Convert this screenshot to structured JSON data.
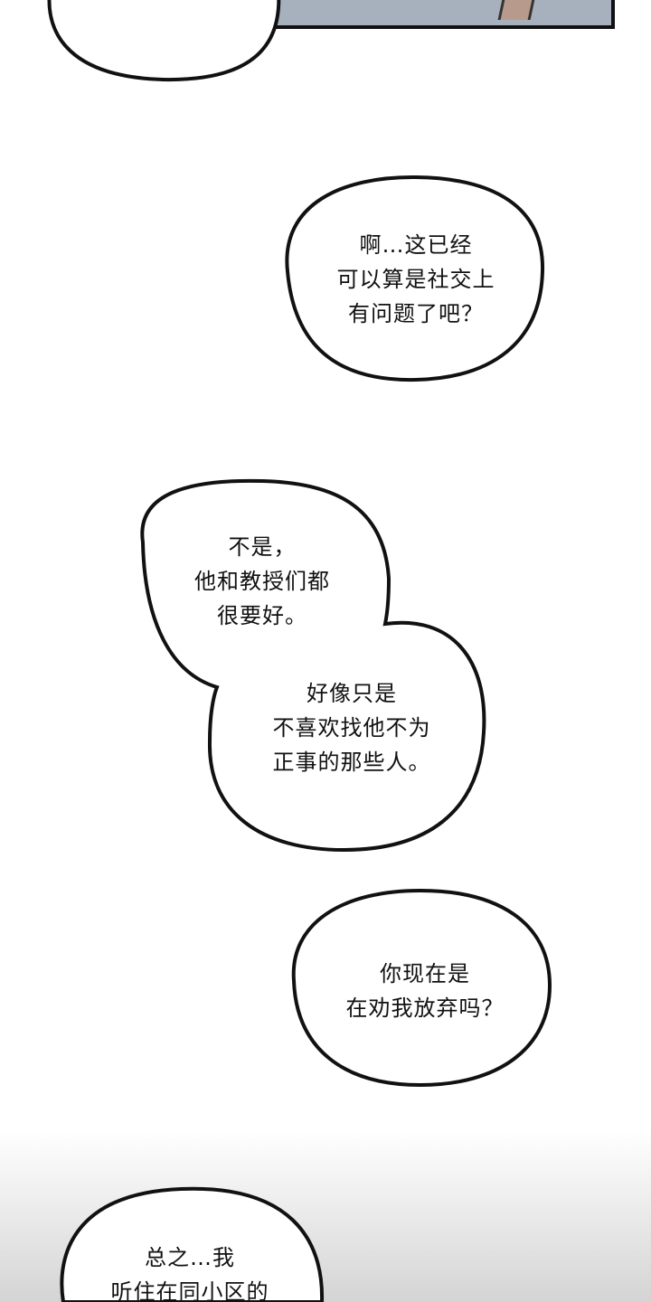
{
  "bubbles": [
    {
      "lines": [
        "啊…这已经",
        "可以算是社交上",
        "有问题了吧？"
      ]
    },
    {
      "lines": [
        "不是，",
        "他和教授们都",
        "很要好。"
      ]
    },
    {
      "lines": [
        "好像只是",
        "不喜欢找他不为",
        "正事的那些人。"
      ]
    },
    {
      "lines": [
        "你现在是",
        "在劝我放弃吗？"
      ]
    },
    {
      "lines": [
        "总之…我",
        "听住在同小区的"
      ]
    }
  ]
}
